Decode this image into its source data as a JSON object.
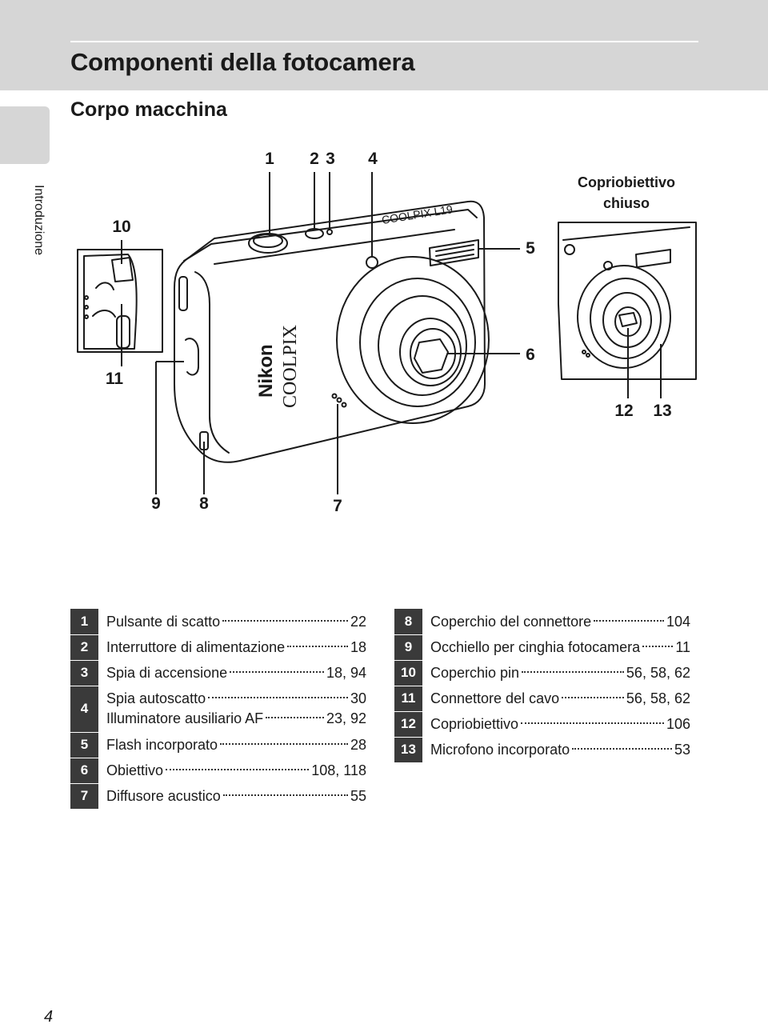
{
  "header": {
    "page_title": "Componenti della fotocamera",
    "section_title": "Corpo macchina",
    "side_tab_label": "Introduzione"
  },
  "diagram": {
    "callout_numbers": [
      "1",
      "2",
      "3",
      "4",
      "5",
      "6",
      "7",
      "8",
      "9",
      "10",
      "11",
      "12",
      "13"
    ],
    "cover_closed_caption": [
      "Copriobiettivo",
      "chiuso"
    ],
    "body_brand_text": "Nikon",
    "body_model_text": "COOLPIX",
    "top_model_text": "COOLPIX L19"
  },
  "legend": {
    "left": [
      {
        "num": "1",
        "entries": [
          {
            "label": "Pulsante di scatto",
            "pages": "22"
          }
        ]
      },
      {
        "num": "2",
        "entries": [
          {
            "label": "Interruttore di alimentazione",
            "pages": "18"
          }
        ]
      },
      {
        "num": "3",
        "entries": [
          {
            "label": "Spia di accensione",
            "pages": "18, 94"
          }
        ]
      },
      {
        "num": "4",
        "entries": [
          {
            "label": "Spia autoscatto",
            "pages": "30"
          },
          {
            "label": "Illuminatore ausiliario AF",
            "pages": "23, 92"
          }
        ]
      },
      {
        "num": "5",
        "entries": [
          {
            "label": "Flash incorporato",
            "pages": "28"
          }
        ]
      },
      {
        "num": "6",
        "entries": [
          {
            "label": "Obiettivo",
            "pages": "108, 118"
          }
        ]
      },
      {
        "num": "7",
        "entries": [
          {
            "label": "Diffusore acustico",
            "pages": "55"
          }
        ]
      }
    ],
    "right": [
      {
        "num": "8",
        "entries": [
          {
            "label": "Coperchio del connettore",
            "pages": "104"
          }
        ]
      },
      {
        "num": "9",
        "entries": [
          {
            "label": "Occhiello per cinghia fotocamera",
            "pages": "11"
          }
        ]
      },
      {
        "num": "10",
        "entries": [
          {
            "label": "Coperchio pin",
            "pages": "56, 58, 62"
          }
        ]
      },
      {
        "num": "11",
        "entries": [
          {
            "label": "Connettore del cavo",
            "pages": "56, 58, 62"
          }
        ]
      },
      {
        "num": "12",
        "entries": [
          {
            "label": "Copriobiettivo",
            "pages": "106"
          }
        ]
      },
      {
        "num": "13",
        "entries": [
          {
            "label": "Microfono incorporato",
            "pages": "53"
          }
        ]
      }
    ]
  },
  "footer": {
    "page_number": "4"
  },
  "colors": {
    "header_band": "#d6d6d6",
    "number_cell": "#3a3a3a",
    "text": "#1a1a1a"
  }
}
